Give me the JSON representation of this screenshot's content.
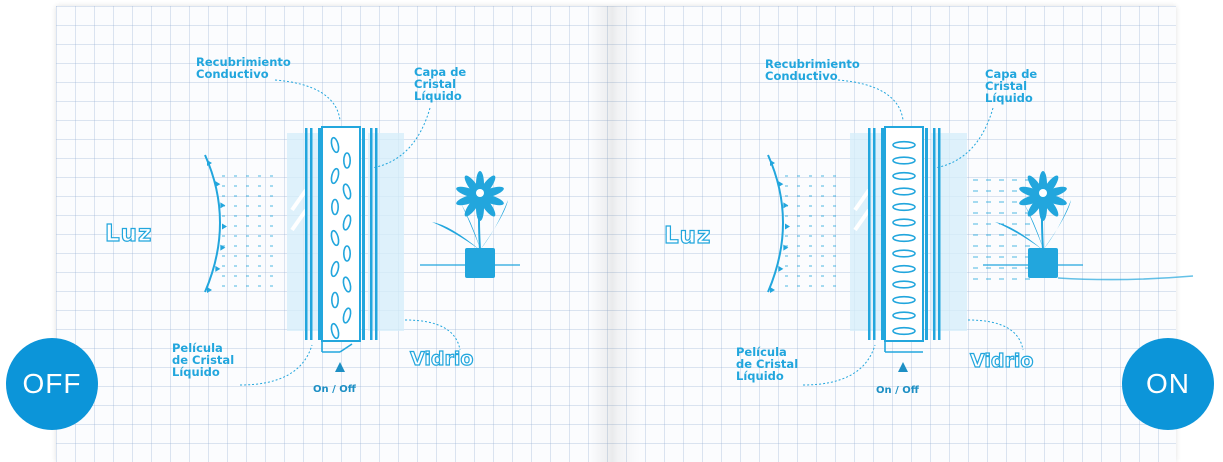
{
  "left_panel": {
    "badge": "OFF",
    "labels": {
      "conductive": "Recubrimiento\nConductivo",
      "lc_layer": "Capa de\nCristal\nLíquido",
      "light": "Luz",
      "film": "Película\nde Cristal\nLíquido",
      "switch": "On / Off",
      "glass": "Vidrio"
    },
    "state": "off"
  },
  "right_panel": {
    "badge": "ON",
    "labels": {
      "conductive": "Recubrimiento\nConductivo",
      "lc_layer": "Capa de\nCristal\nLíquido",
      "light": "Luz",
      "film": "Película\nde Cristal\nLíquido",
      "switch": "On / Off",
      "glass": "Vidrio"
    },
    "state": "on"
  },
  "colors": {
    "accent": "#22a6dd",
    "badge": "#0c95d9",
    "glass_fill": "#d4eef9",
    "paper": "#fbfcfe"
  }
}
